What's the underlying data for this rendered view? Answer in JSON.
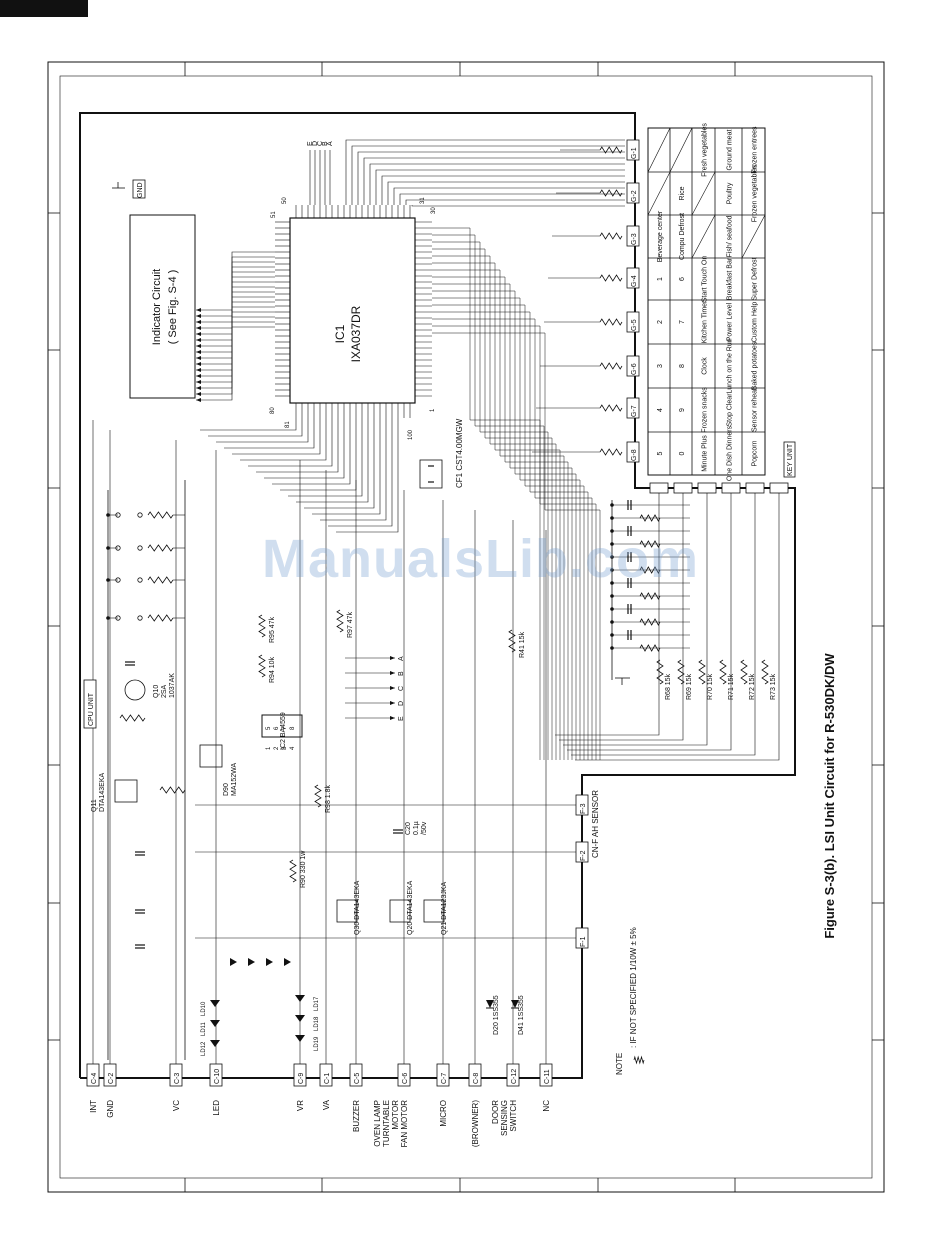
{
  "figure_title": "Figure S-3(b). LSI Unit Circuit for R-530DK/DW",
  "watermark": "ManualsLib.com",
  "ic1": {
    "ref": "IC1",
    "part": "IXA037DR",
    "pin_top_left": "50",
    "pin_top_right": "31",
    "pin_right_top": "30",
    "pin_left_top": "51",
    "pin_left_bottom": "80",
    "pin_bottom_left": "81",
    "pin_bottom_right": "100",
    "pin_right_bottom": "1"
  },
  "indicator": {
    "line1": "Indicator Circuit",
    "line2": "( See Fig. S-4 )"
  },
  "resonator": "CF1 CST4.00MGW",
  "gnd_label": "GND",
  "cpu_unit_label": "CPU UNIT",
  "key_unit_label": "KEY UNIT",
  "sensor_label": "CN-F AH SENSOR",
  "g_connectors": [
    "G-1",
    "G-2",
    "G-3",
    "G-4",
    "G-5",
    "G-6",
    "G-7",
    "G-8"
  ],
  "f_connectors": [
    "F-3",
    "F-2",
    "F-1"
  ],
  "keypad": {
    "rows": [
      [
        "",
        "",
        "Fresh vegetables",
        "Ground meat",
        "Frozen entrees"
      ],
      [
        "",
        "Rice",
        "",
        "Poultry",
        "Frozen vegetables"
      ],
      [
        "Beverage center",
        "Compu Defrost",
        "",
        "Fish/ seafood",
        ""
      ],
      [
        "1",
        "6",
        "Start Touch On",
        "Breakfast Bar",
        "Super Defrost"
      ],
      [
        "2",
        "7",
        "Kitchen Timer",
        "Power Level",
        "Custom Help"
      ],
      [
        "3",
        "8",
        "Clock",
        "Lunch on the Run",
        "Baked potatoes"
      ],
      [
        "4",
        "9",
        "Frozen snacks",
        "Stop Clear",
        "Sensor reheat"
      ],
      [
        "5",
        "0",
        "Minute Plus",
        "One Dish Dinners",
        "Popcorn"
      ]
    ]
  },
  "key_resistors": [
    "R68 15k",
    "R69 15k",
    "R70 15k",
    "R71 15k",
    "R72 15k",
    "R73 15k"
  ],
  "components": {
    "r95": "R95 47k",
    "r94": "R94 10k",
    "r97": "R97 47k",
    "r41": "R41 15k",
    "r98": "R98 1.8k",
    "r90": "R90 330 1w",
    "c20": "C20 0.1µ /50v",
    "ic2": "IC2 BA4559",
    "d90": "D90 MA152WA",
    "q10": "Q10 2SA 1037AK",
    "q11": "Q11 DTA143EKA",
    "q30": "Q30 DTA143EKA",
    "q20": "Q20 DTA143EKA",
    "q21": "Q21 DTA123JKA",
    "d20": "D20 1SS355",
    "d41": "D41 1SS355",
    "ld_left": [
      "LD10",
      "LD11",
      "LD12"
    ],
    "ld_right": [
      "LD17",
      "LD18",
      "LD19"
    ]
  },
  "ic2_pins_top": [
    "5",
    "6",
    "7",
    "8"
  ],
  "ic2_pins_bottom": [
    "1",
    "2",
    "3",
    "4"
  ],
  "abcde_right": [
    "A",
    "B",
    "C",
    "D",
    "E"
  ],
  "abcde_top": [
    "E",
    "D",
    "C",
    "B",
    "A"
  ],
  "c_connectors": [
    {
      "id": "C-4",
      "label": "INT"
    },
    {
      "id": "C-2",
      "label": "GND"
    },
    {
      "id": "C-3",
      "label": "VC"
    },
    {
      "id": "C-10",
      "label": "LED"
    },
    {
      "id": "C-9",
      "label": "VR"
    },
    {
      "id": "C-1",
      "label": "VA"
    },
    {
      "id": "C-5",
      "label": "BUZZER"
    },
    {
      "id": "C-6",
      "label": "OVEN LAMP TURNTABLE MOTOR FAN MOTOR"
    },
    {
      "id": "C-7",
      "label": "MICRO"
    },
    {
      "id": "C-8",
      "label": "(BROWNER)"
    },
    {
      "id": "C-12",
      "label": "DOOR SENSING SWITCH"
    },
    {
      "id": "C-11",
      "label": "NC"
    }
  ],
  "note": {
    "title": "NOTE",
    "text": ": IF NOT SPECIFIED 1/10W ± 5%"
  },
  "colors": {
    "ink": "#111111",
    "watermark": "#78a0d2"
  }
}
